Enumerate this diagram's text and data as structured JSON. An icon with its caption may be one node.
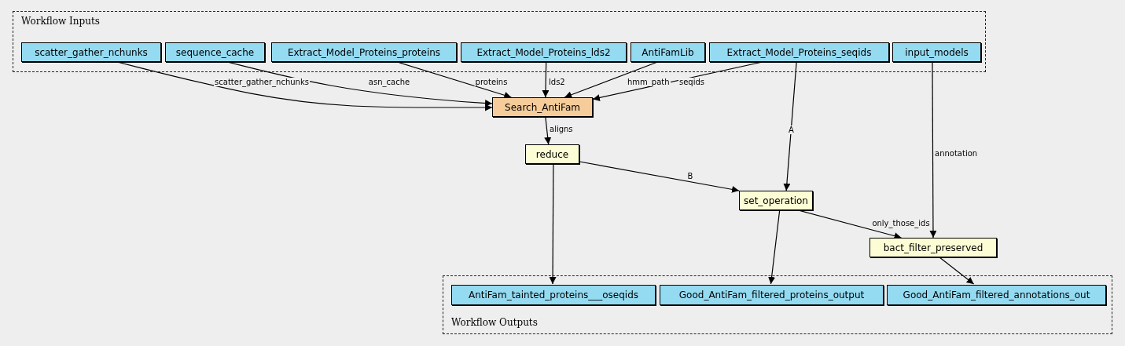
{
  "diagram": {
    "nodes": [
      {
        "text": [
          "Workflow Inputs"
        ]
      },
      {
        "text": [
          "scatter_gather_nchunks"
        ],
        "in": 0
      },
      {
        "text": [
          "sequence_cache"
        ],
        "in": 0
      },
      {
        "text": [
          "Extract_Model_Proteins_proteins"
        ],
        "in": 0
      },
      {
        "text": [
          "Extract_Model_Proteins_lds2"
        ],
        "in": 0
      },
      {
        "text": [
          "AntiFamLib"
        ],
        "in": 0
      },
      {
        "text": [
          "Extract_Model_Proteins_seqids"
        ],
        "in": 0
      },
      {
        "text": [
          "input_models"
        ],
        "in": 0
      },
      {
        "text": [
          "Search_AntiFam"
        ]
      },
      {
        "text": [
          "reduce"
        ]
      },
      {
        "text": [
          "set_operation"
        ]
      },
      {
        "text": [
          "bact_filter_preserved"
        ]
      },
      {
        "text": [
          "Workflow Outputs"
        ]
      },
      {
        "text": [
          "AntiFam_tainted_proteins___oseqids"
        ],
        "in": 12
      },
      {
        "text": [
          "Good_AntiFam_filtered_proteins_output"
        ],
        "in": 12
      },
      {
        "text": [
          "Good_AntiFam_filtered_annotations_out"
        ],
        "in": 12
      }
    ],
    "edges": [
      {
        "from": 1,
        "to": 8,
        "arrow": "to",
        "label": "scatter_gather_nchunks"
      },
      {
        "from": 2,
        "to": 8,
        "arrow": "to",
        "label": "asn_cache"
      },
      {
        "from": 3,
        "to": 8,
        "arrow": "to",
        "label": "proteins"
      },
      {
        "from": 4,
        "to": 8,
        "arrow": "to",
        "label": "lds2"
      },
      {
        "from": 5,
        "to": 8,
        "arrow": "to",
        "label": "hmm_path"
      },
      {
        "from": 6,
        "to": 8,
        "arrow": "to",
        "label": "seqids"
      },
      {
        "from": 8,
        "to": 9,
        "arrow": "to",
        "label": "aligns"
      },
      {
        "from": 6,
        "to": 10,
        "arrow": "to",
        "label": "A"
      },
      {
        "from": 9,
        "to": 10,
        "arrow": "to",
        "label": "B"
      },
      {
        "from": 7,
        "to": 11,
        "arrow": "to",
        "label": "annotation"
      },
      {
        "from": 10,
        "to": 11,
        "arrow": "to",
        "label": "only_those_ids"
      },
      {
        "from": 9,
        "to": 13,
        "arrow": "to"
      },
      {
        "from": 10,
        "to": 14,
        "arrow": "to"
      },
      {
        "from": 11,
        "to": 15,
        "arrow": "to"
      }
    ]
  }
}
